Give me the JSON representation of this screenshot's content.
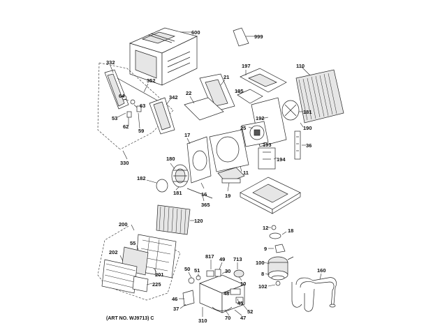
{
  "caption": "(ART NO. WJ9713) C",
  "parts": {
    "p600": "600",
    "p999": "999",
    "p197": "197",
    "p110": "110",
    "p332": "332",
    "p352": "352",
    "p342": "342",
    "p64": "64",
    "p63": "63",
    "p53": "53",
    "p62": "62",
    "p59": "59",
    "p330": "330",
    "p21": "21",
    "p22": "22",
    "p195": "195",
    "p192": "192",
    "p25": "25",
    "p181a": "181",
    "p190": "190",
    "p193": "193",
    "p36": "36",
    "p194": "194",
    "p17": "17",
    "p180": "180",
    "p182": "182",
    "p181b": "181",
    "p16": "16",
    "p19": "19",
    "p11": "11",
    "p365": "365",
    "p120": "120",
    "p200": "200",
    "p55": "55",
    "p202": "202",
    "p201": "201",
    "p225": "225",
    "p12": "12",
    "p18": "18",
    "p9": "9",
    "p100": "100",
    "p8": "8",
    "p102": "102",
    "p160": "160",
    "p817": "817",
    "p49": "49",
    "p713": "713",
    "p30": "30",
    "p10": "10",
    "p50": "50",
    "p51": "51",
    "p48": "48",
    "p46": "46",
    "p37": "37",
    "p45": "45",
    "p52": "52",
    "p70": "70",
    "p47": "47",
    "p310": "310"
  }
}
